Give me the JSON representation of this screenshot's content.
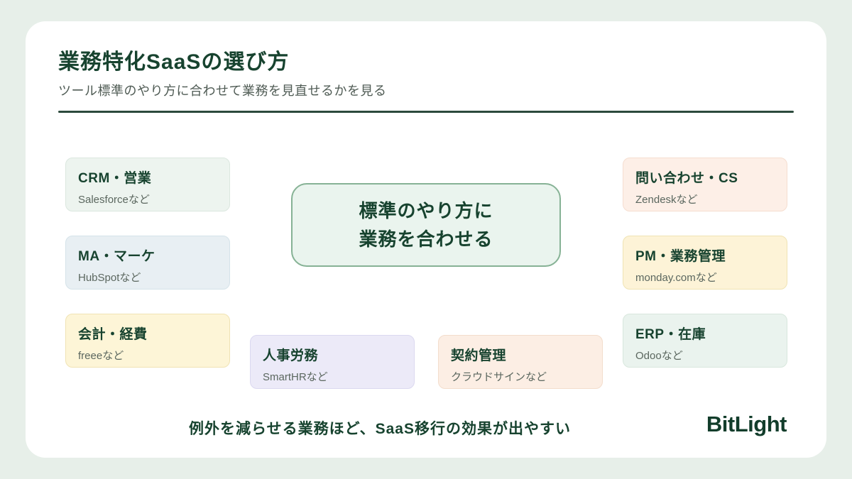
{
  "header": {
    "title": "業務特化SaaSの選び方",
    "subtitle": "ツール標準のやり方に合わせて業務を見直せるかを見る"
  },
  "center_box": {
    "line1": "標準のやり方に",
    "line2": "業務を合わせる",
    "bg": "#eaf4ee",
    "border": "#86b295"
  },
  "categories": [
    {
      "title": "CRM・営業",
      "example": "Salesforceなど",
      "bg": "#edf4ef",
      "border": "#dbe7df"
    },
    {
      "title": "MA・マーケ",
      "example": "HubSpotなど",
      "bg": "#e8eff3",
      "border": "#d5e3e9"
    },
    {
      "title": "会計・経費",
      "example": "freeeなど",
      "bg": "#fdf5d7",
      "border": "#f0e3b4"
    },
    {
      "title": "人事労務",
      "example": "SmartHRなど",
      "bg": "#eceaf8",
      "border": "#dbd8f0"
    },
    {
      "title": "契約管理",
      "example": "クラウドサインなど",
      "bg": "#fceee4",
      "border": "#f3ddcc"
    },
    {
      "title": "問い合わせ・CS",
      "example": "Zendeskなど",
      "bg": "#fdefe7",
      "border": "#f5ded0"
    },
    {
      "title": "PM・業務管理",
      "example": "monday.comなど",
      "bg": "#fdf3d7",
      "border": "#f0e3b4"
    },
    {
      "title": "ERP・在庫",
      "example": "Odooなど",
      "bg": "#eaf3ee",
      "border": "#d8e7dd"
    }
  ],
  "footer": {
    "note": "例外を減らせる業務ほど、SaaS移行の効果が出やすい",
    "brand": "BitLight"
  },
  "colors": {
    "page_bg": "#e7efe9",
    "card_bg": "#ffffff",
    "heading": "#17432f",
    "muted_text": "#4f5b54",
    "divider": "#2c4a3c"
  }
}
